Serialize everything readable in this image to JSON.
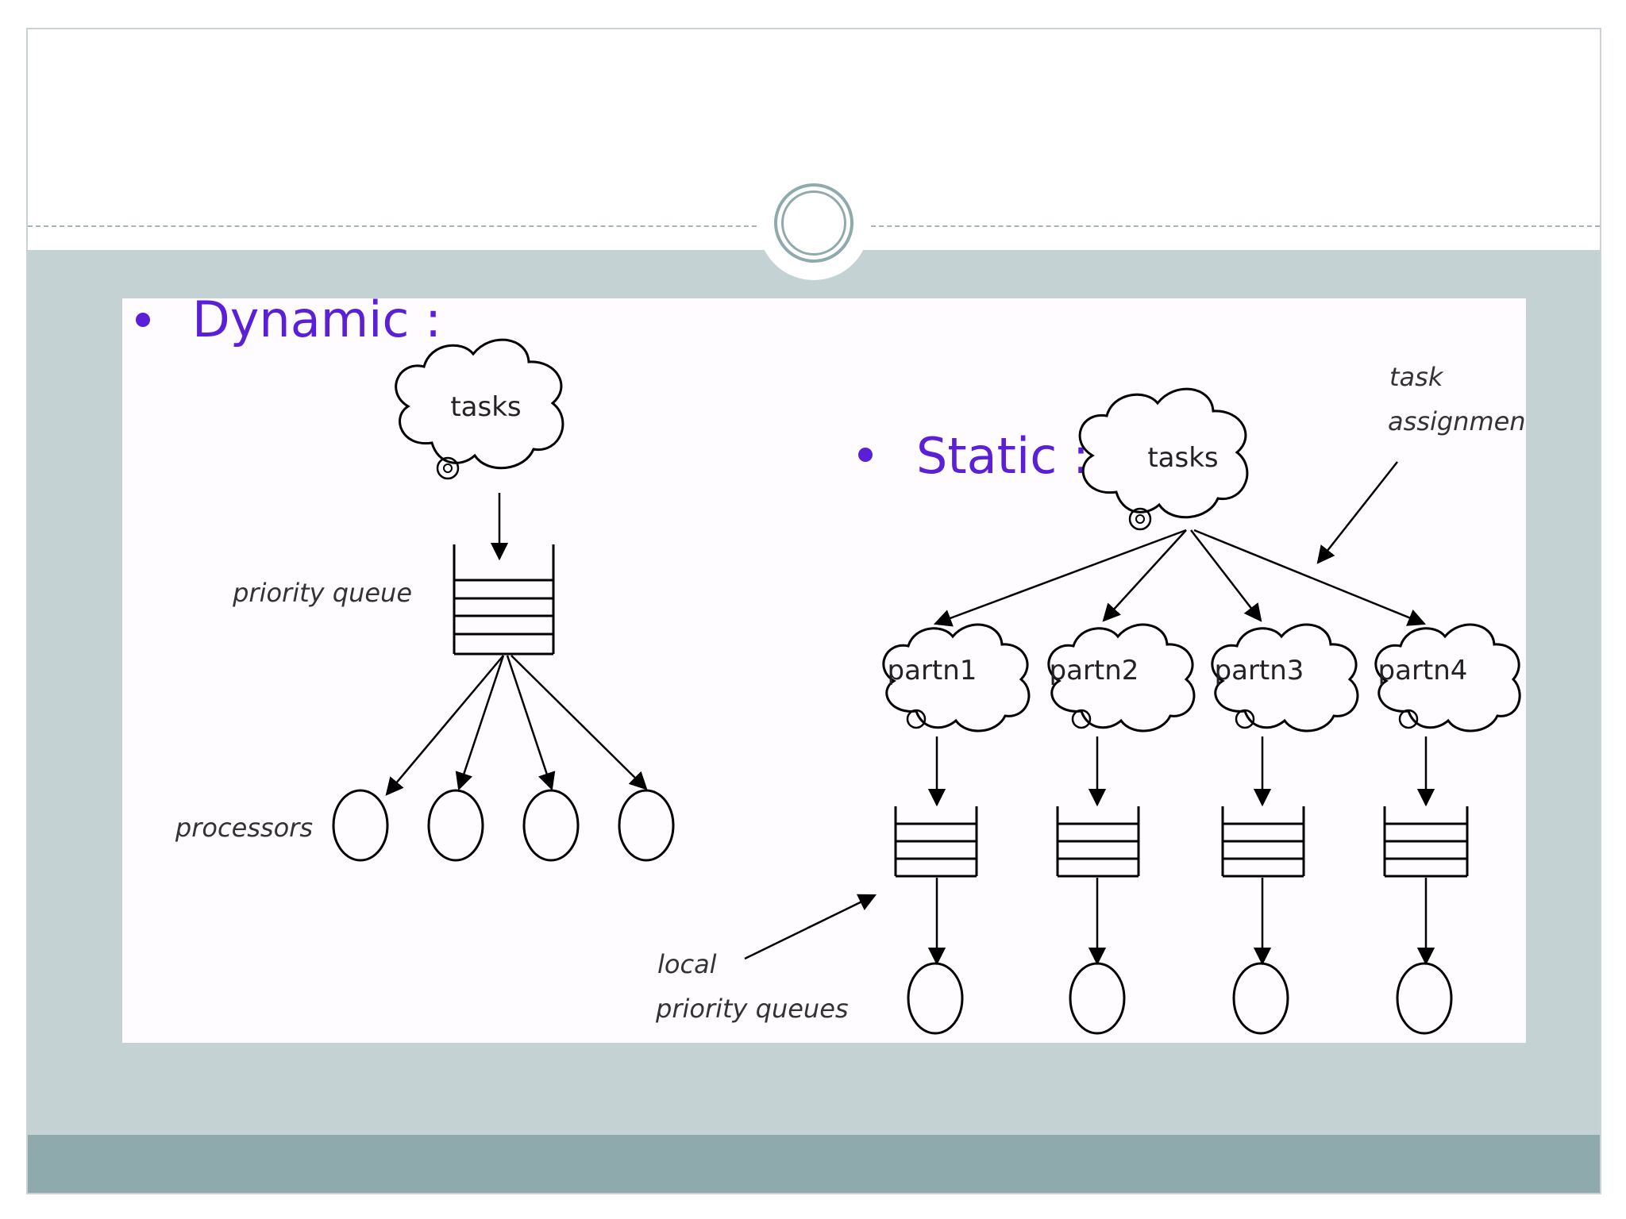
{
  "dynamic": {
    "heading": "Dynamic :",
    "cloud_label": "tasks",
    "queue_label": "priority queue",
    "processors_label": "processors"
  },
  "static": {
    "heading": "Static :",
    "cloud_label": "tasks",
    "task_assignment_label_line1": "task",
    "task_assignment_label_line2": "assignment",
    "partitions": [
      "partn1",
      "partn2",
      "partn3",
      "partn4"
    ],
    "local_queue_label_line1": "local",
    "local_queue_label_line2": "priority queues"
  },
  "colors": {
    "heading": "#5a1fd6",
    "band": "#c4d2d4",
    "band_bottom": "#8faaac"
  }
}
